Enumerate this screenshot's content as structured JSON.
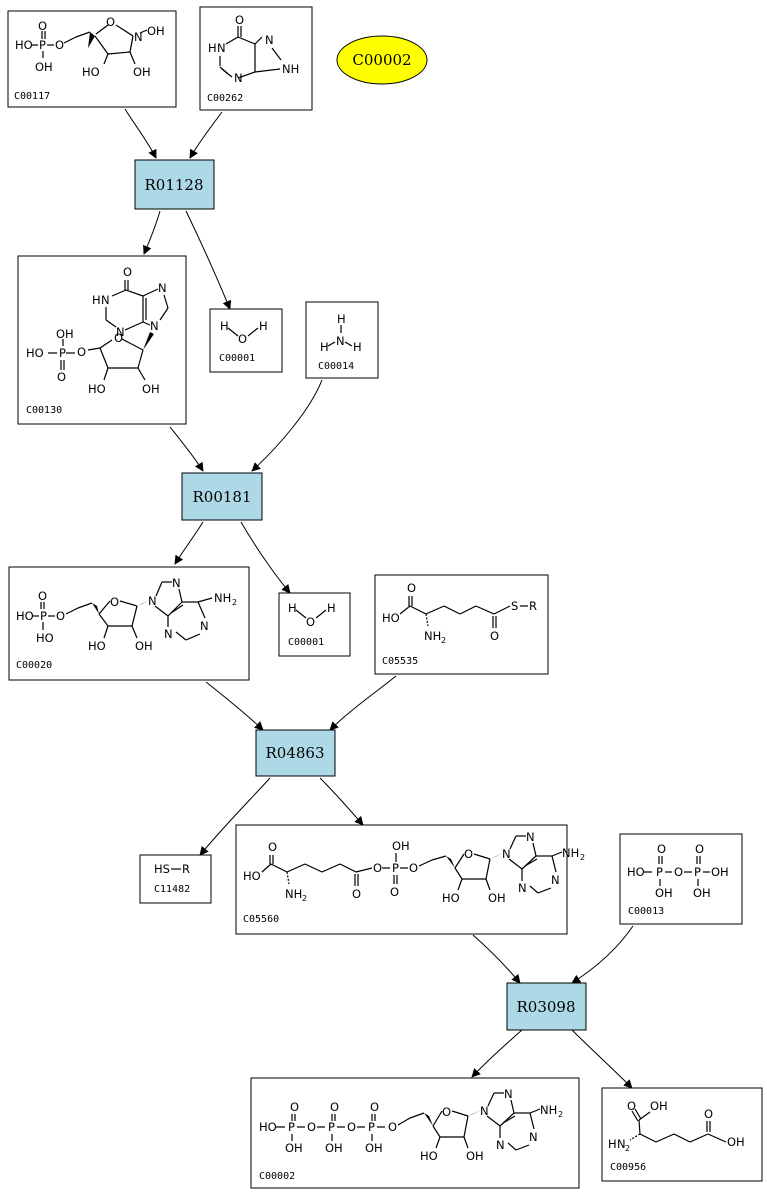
{
  "compounds": {
    "c00117": {
      "id": "C00117"
    },
    "c00262": {
      "id": "C00262"
    },
    "c00130": {
      "id": "C00130"
    },
    "c00001a": {
      "id": "C00001"
    },
    "c00014": {
      "id": "C00014"
    },
    "c00020": {
      "id": "C00020"
    },
    "c00001b": {
      "id": "C00001"
    },
    "c05535": {
      "id": "C05535"
    },
    "c11482": {
      "id": "C11482"
    },
    "c05560": {
      "id": "C05560"
    },
    "c00013": {
      "id": "C00013"
    },
    "c00002": {
      "id": "C00002"
    },
    "c00956": {
      "id": "C00956"
    }
  },
  "reactions": {
    "r01128": {
      "id": "R01128"
    },
    "r00181": {
      "id": "R00181"
    },
    "r04863": {
      "id": "R04863"
    },
    "r03098": {
      "id": "R03098"
    }
  },
  "highlight": {
    "id": "C00002",
    "color": "#ffff00"
  },
  "colors": {
    "reaction_fill": "#add8e6",
    "highlight_fill": "#ffff00",
    "edge": "#000000"
  }
}
